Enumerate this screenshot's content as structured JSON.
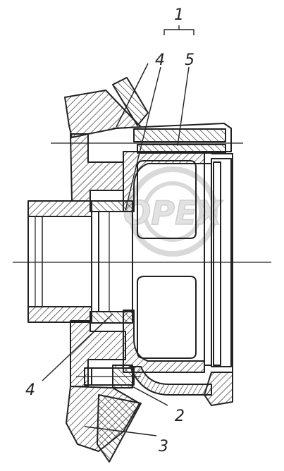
{
  "labels": {
    "assembly_1": "1",
    "part_4_top": "4",
    "part_5": "5",
    "part_4_bottom": "4",
    "part_2": "2",
    "part_3": "3"
  },
  "watermark": {
    "text": "OPEX"
  },
  "colors": {
    "line": "#222222",
    "hatch": "#333333",
    "watermark": "#d9d9d9",
    "background": "#ffffff"
  }
}
